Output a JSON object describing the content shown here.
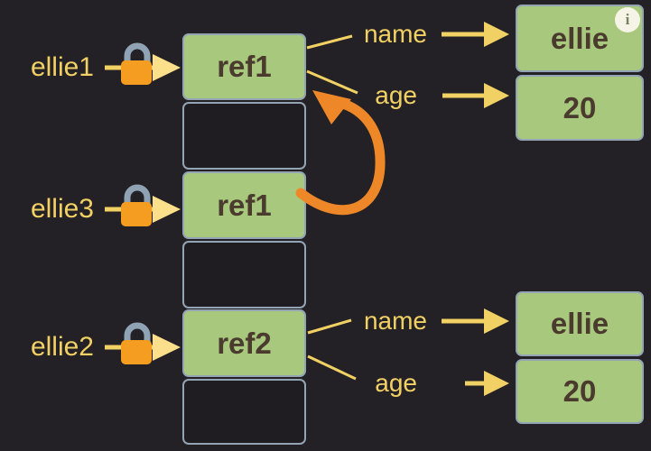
{
  "colors": {
    "background": "#232125",
    "box_green": "#a8c87d",
    "box_border": "#93a5b4",
    "empty_fill": "#1f1d22",
    "box_text": "#4a3b2e",
    "accent_yellow": "#f2d164",
    "accent_yellow_light": "#fbdf8a",
    "lock_orange": "#f59d20",
    "lock_shackle": "#8fa3b5",
    "arrow_orange": "#ee8728",
    "info_bg": "#f6f3e7",
    "info_fg": "#77855f"
  },
  "variables": [
    {
      "label": "ellie1"
    },
    {
      "label": "ellie3"
    },
    {
      "label": "ellie2"
    }
  ],
  "stack_cells": [
    {
      "value": "ref1"
    },
    {
      "value": ""
    },
    {
      "value": "ref1"
    },
    {
      "value": ""
    },
    {
      "value": "ref2"
    },
    {
      "value": ""
    }
  ],
  "objects": [
    {
      "fields": [
        {
          "key": "name",
          "value": "ellie"
        },
        {
          "key": "age",
          "value": "20"
        }
      ]
    },
    {
      "fields": [
        {
          "key": "name",
          "value": "ellie"
        },
        {
          "key": "age",
          "value": "20"
        }
      ]
    }
  ],
  "info_badge": {
    "glyph": "i"
  }
}
